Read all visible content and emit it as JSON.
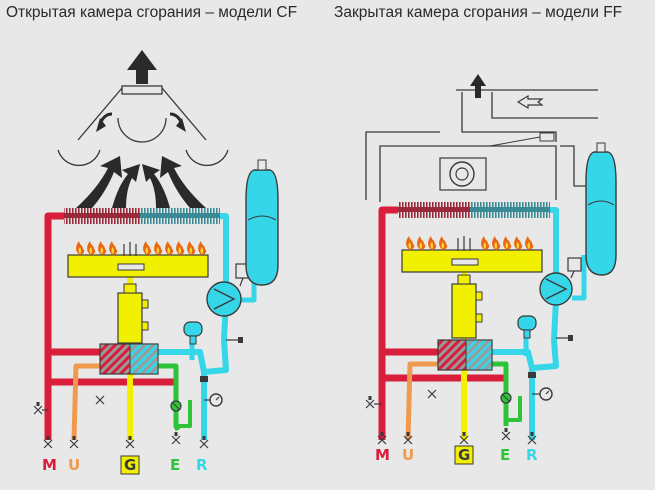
{
  "titles": {
    "left": "Открытая камера сгорания – модели CF",
    "right": "Закрытая камера сгорания – модели FF"
  },
  "labels": {
    "m": "M",
    "u": "U",
    "g": "G",
    "e": "E",
    "r": "R"
  },
  "colors": {
    "hot": "#d81e3a",
    "cold": "#35d6e8",
    "gas": "#f0f000",
    "dhw": "#f09a50",
    "green": "#2ec43a",
    "fin_hot": "#9a2a3a",
    "fin_cold": "#3a8a95",
    "flame": "#e86a10",
    "line": "#3a3a3a"
  }
}
